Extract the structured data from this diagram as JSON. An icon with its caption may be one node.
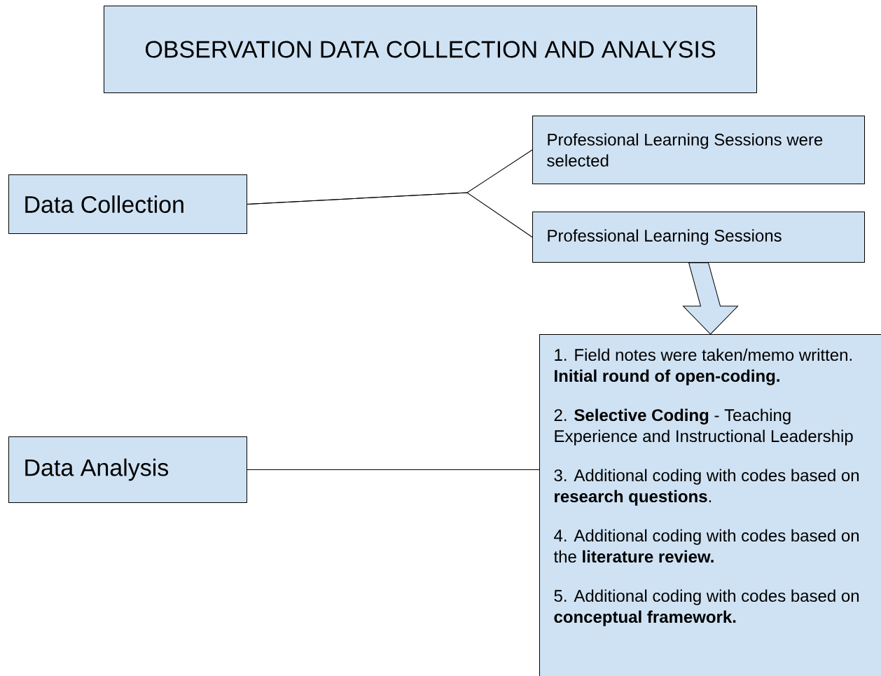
{
  "diagram": {
    "nodes": [
      {
        "text": [
          "OBSERVATION DATA COLLECTION AND ANALYSIS"
        ]
      },
      {
        "text": [
          "Data Collection"
        ]
      },
      {
        "text": [
          "Professional Learning Sessions were selected"
        ]
      },
      {
        "text": [
          "Professional Learning Sessions"
        ]
      },
      {
        "text": [
          "Data Analysis"
        ]
      },
      {
        "text": [
          "1. Field notes were taken/memo written. **Initial round of open-coding.**",
          "2. **Selective Coding** - Teaching Experience and Instructional Leadership",
          "3. Additional coding with codes based on **research questions**.",
          "4. Additional coding with codes based on the **literature review.**",
          "5. Additional coding with codes based on **conceptual framework.**"
        ]
      }
    ],
    "edges": [
      {
        "from": 1,
        "to": 2,
        "arrow": "none"
      },
      {
        "from": 1,
        "to": 3,
        "arrow": "none"
      },
      {
        "from": 3,
        "to": 5,
        "arrow": "to"
      },
      {
        "from": 4,
        "to": 5,
        "arrow": "none"
      }
    ]
  }
}
